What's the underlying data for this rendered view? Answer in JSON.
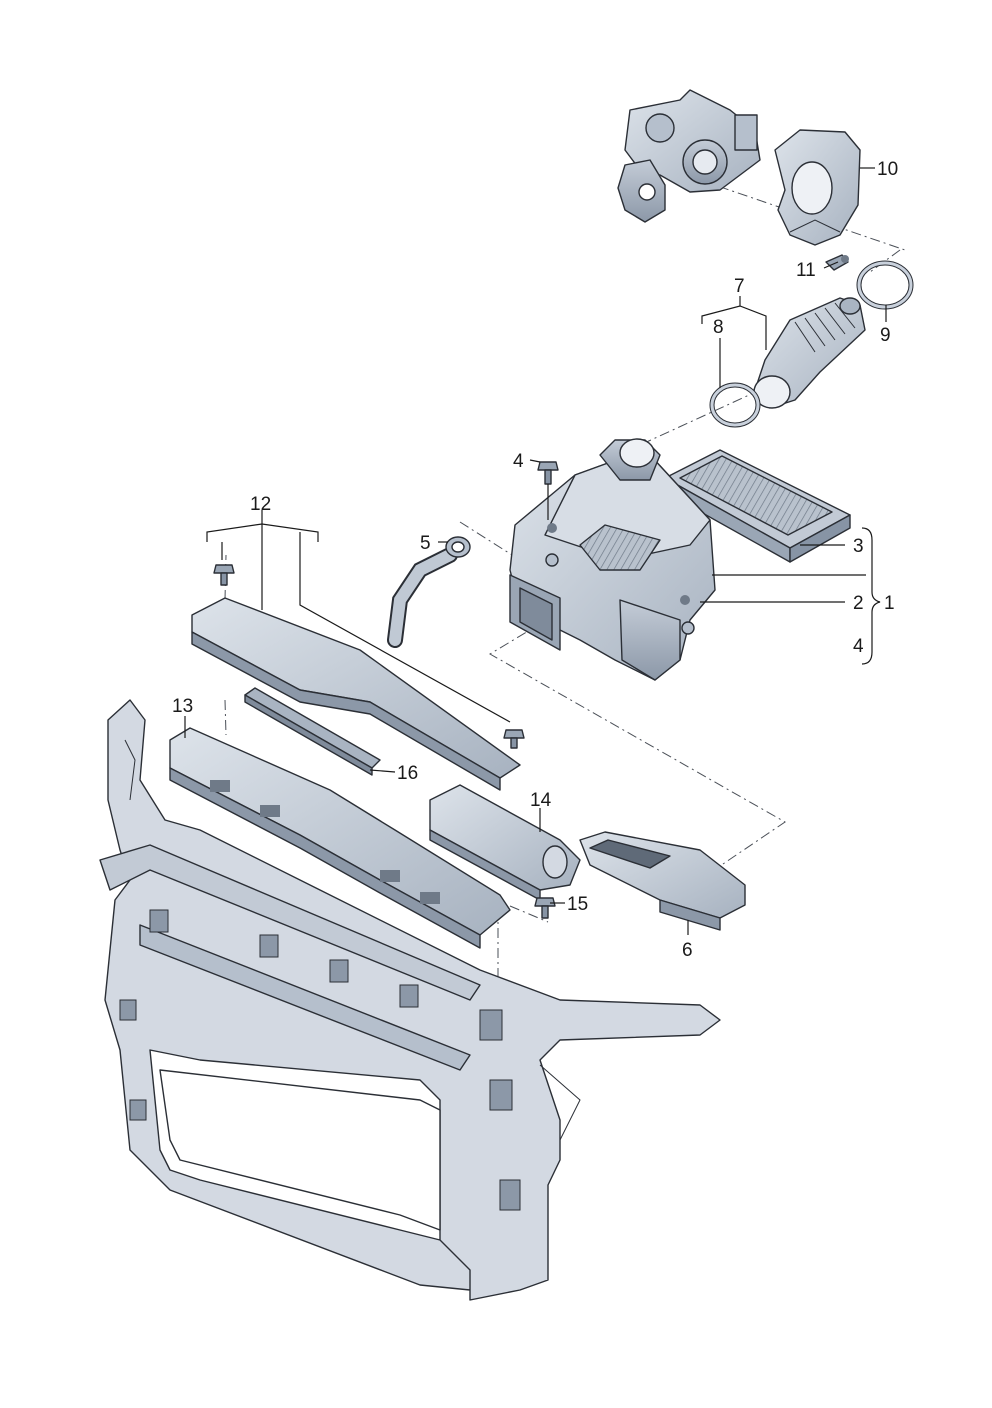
{
  "diagram": {
    "callouts": [
      {
        "id": "c1",
        "text": "1"
      },
      {
        "id": "c2",
        "text": "2"
      },
      {
        "id": "c3",
        "text": "3"
      },
      {
        "id": "c4a",
        "text": "4"
      },
      {
        "id": "c4b",
        "text": "4"
      },
      {
        "id": "c5",
        "text": "5"
      },
      {
        "id": "c6",
        "text": "6"
      },
      {
        "id": "c7",
        "text": "7"
      },
      {
        "id": "c8",
        "text": "8"
      },
      {
        "id": "c9",
        "text": "9"
      },
      {
        "id": "c10",
        "text": "10"
      },
      {
        "id": "c11",
        "text": "11"
      },
      {
        "id": "c12",
        "text": "12"
      },
      {
        "id": "c13",
        "text": "13"
      },
      {
        "id": "c14",
        "text": "14"
      },
      {
        "id": "c15",
        "text": "15"
      },
      {
        "id": "c16",
        "text": "16"
      }
    ],
    "colors": {
      "part_fill": "#c9d1dc",
      "part_shade": "#a9b4c2",
      "part_dark": "#7f8b9b",
      "frame_fill": "#d3d9e2",
      "line": "#2b2f36"
    }
  }
}
